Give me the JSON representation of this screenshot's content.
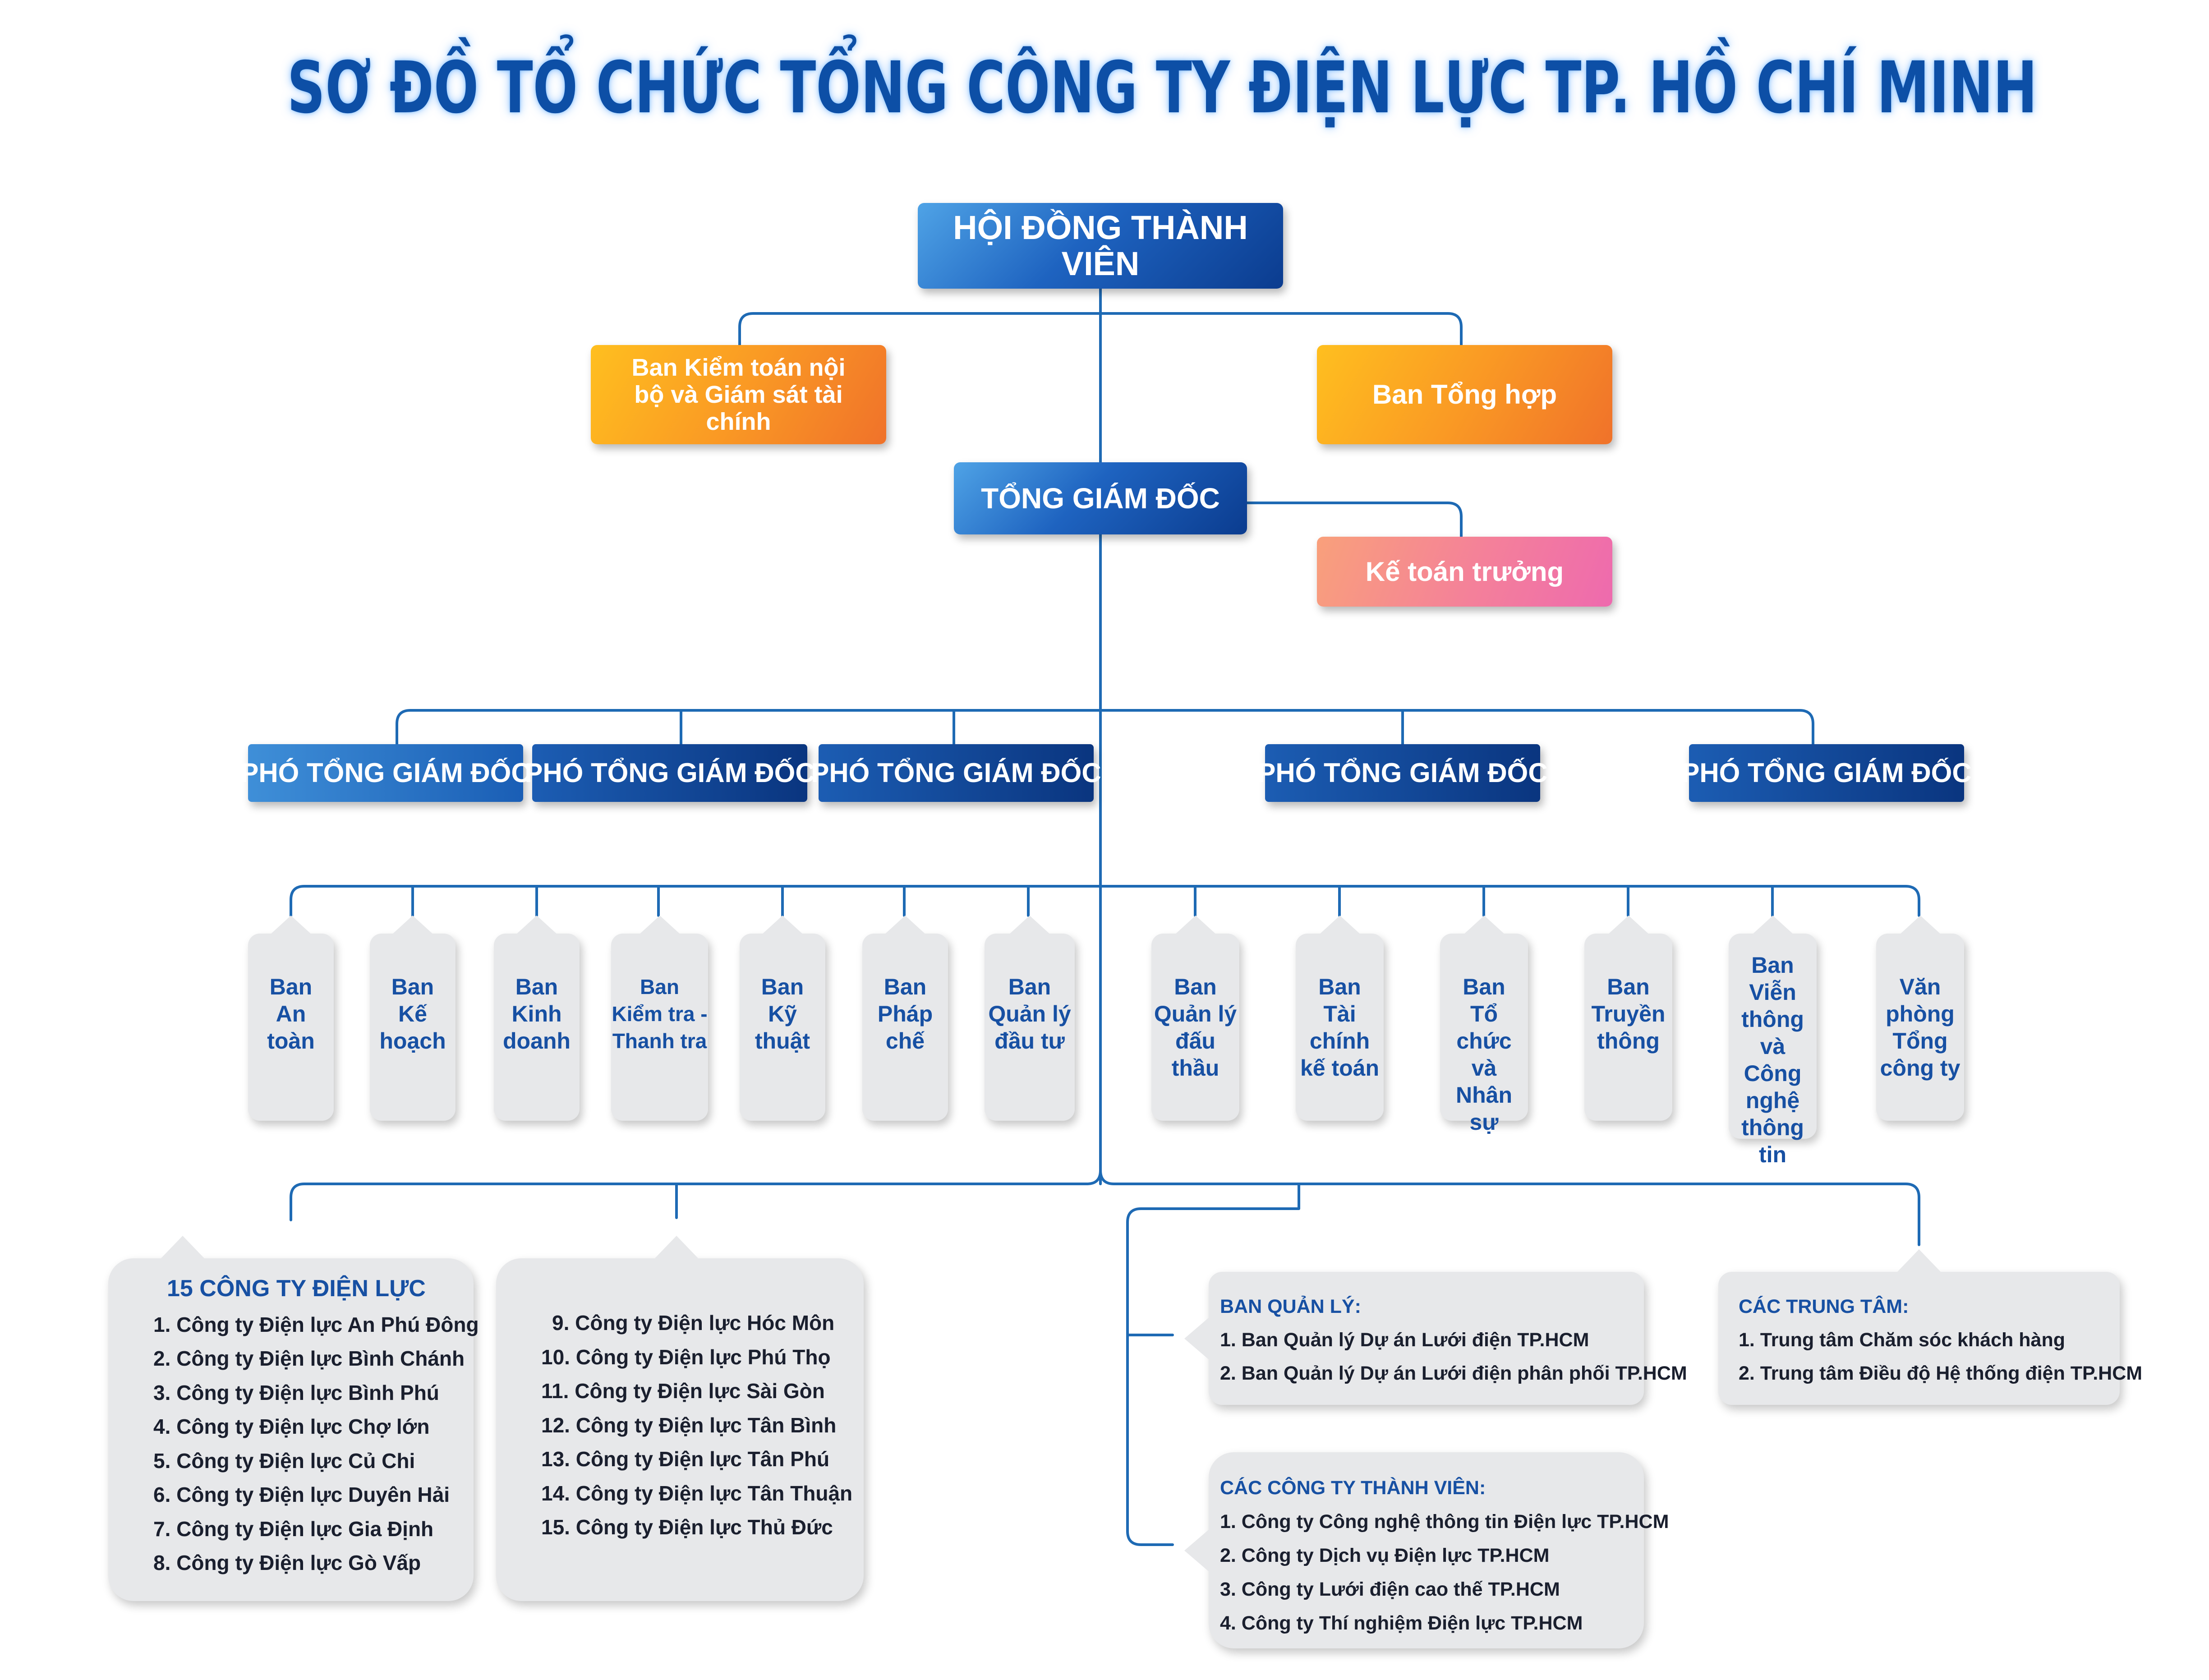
{
  "title": "SƠ ĐỒ TỔ CHỨC TỔNG CÔNG TY ĐIỆN LỰC TP. HỒ CHÍ MINH",
  "board": "HỘI ĐỒNG THÀNH VIÊN",
  "audit": "Ban Kiểm toán nội bộ và Giám sát tài chính",
  "general_affairs": "Ban Tổng hợp",
  "ceo": "TỔNG GIÁM ĐỐC",
  "chief_accountant": "Kế toán trưởng",
  "deputies": [
    "PHÓ TỔNG GIÁM ĐỐC",
    "PHÓ TỔNG GIÁM ĐỐC",
    "PHÓ TỔNG GIÁM ĐỐC",
    "PHÓ TỔNG GIÁM ĐỐC",
    "PHÓ TỔNG GIÁM ĐỐC"
  ],
  "departments": [
    [
      "Ban",
      "An",
      "toàn"
    ],
    [
      "Ban",
      "Kế",
      "hoạch"
    ],
    [
      "Ban",
      "Kinh",
      "doanh"
    ],
    [
      "Ban",
      "Kiểm tra -",
      "Thanh tra"
    ],
    [
      "Ban",
      "Kỹ",
      "thuật"
    ],
    [
      "Ban",
      "Pháp",
      "chế"
    ],
    [
      "Ban",
      "Quản lý",
      "đầu tư"
    ],
    [
      "Ban",
      "Quản lý",
      "đấu",
      "thầu"
    ],
    [
      "Ban",
      "Tài",
      "chính",
      "kế toán"
    ],
    [
      "Ban",
      "Tổ chức",
      "và",
      "Nhân sự"
    ],
    [
      "Ban",
      "Truyền",
      "thông"
    ],
    [
      "Ban",
      "Viễn",
      "thông và",
      "Công",
      "nghệ",
      "thông",
      "tin"
    ],
    [
      "Văn",
      "phòng",
      "Tổng",
      "công ty"
    ]
  ],
  "power_companies": {
    "title": "15 CÔNG TY ĐIỆN LỰC",
    "left": [
      "1. Công ty Điện lực An Phú Đông",
      "2. Công ty Điện lực Bình Chánh",
      "3. Công ty Điện lực Bình Phú",
      "4. Công ty Điện lực Chợ lớn",
      "5. Công ty Điện lực Củ Chi",
      "6. Công ty Điện lực Duyên Hải",
      "7. Công ty Điện lực Gia Định",
      "8. Công ty Điện lực Gò Vấp"
    ],
    "right": [
      "9. Công ty Điện lực Hóc Môn",
      "10. Công ty Điện lực Phú Thọ",
      "11. Công ty Điện lực Sài Gòn",
      "12. Công ty Điện lực Tân Bình",
      "13. Công ty Điện lực Tân Phú",
      "14. Công ty Điện lực Tân Thuận",
      "15. Công ty Điện lực Thủ Đức"
    ]
  },
  "management_boards": {
    "title": "BAN QUẢN LÝ:",
    "items": [
      "1. Ban Quản lý Dự án Lưới điện TP.HCM",
      "2. Ban Quản lý Dự án Lưới điện phân phối TP.HCM"
    ]
  },
  "centers": {
    "title": "CÁC TRUNG TÂM:",
    "items": [
      "1. Trung tâm Chăm sóc khách hàng",
      "2. Trung tâm Điều độ Hệ thống điện TP.HCM"
    ]
  },
  "member_companies": {
    "title": "CÁC CÔNG TY THÀNH VIÊN:",
    "items": [
      "1. Công ty Công nghệ thông tin Điện lực TP.HCM",
      "2. Công ty Dịch vụ Điện lực TP.HCM",
      "3. Công ty Lưới điện cao thế TP.HCM",
      "4. Công ty Thí nghiệm Điện lực TP.HCM"
    ]
  },
  "colors": {
    "title_blue": "#0d4fa6",
    "line_blue": "#1e6ab4",
    "orange": "#f7941d",
    "pink": "#f27aa0",
    "panel_gray": "#e7e8ea",
    "dept_text": "#1750a3"
  }
}
